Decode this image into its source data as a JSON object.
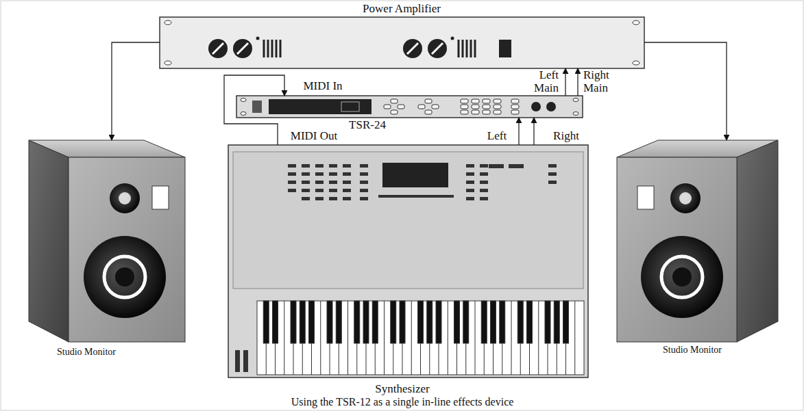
{
  "diagram": {
    "caption": "Using the TSR-12 as a single in-line effects device",
    "nodes": [
      {
        "text": [
          "Power Amplifier"
        ]
      },
      {
        "text": [
          "Studio Monitor"
        ]
      },
      {
        "text": [
          "TSR-24"
        ]
      },
      {
        "text": [
          "Synthesizer"
        ]
      },
      {
        "text": [
          "Studio Monitor"
        ]
      }
    ],
    "edges": [
      {
        "from": 0,
        "to": 1,
        "arrow": "to"
      },
      {
        "from": 0,
        "to": 4,
        "arrow": "to"
      },
      {
        "from": 3,
        "to": 2,
        "arrow": "to"
      },
      {
        "from": 3,
        "to": 2,
        "arrow": "to"
      },
      {
        "from": 3,
        "to": 2,
        "arrow": "to"
      },
      {
        "from": 2,
        "to": 0,
        "arrow": "to"
      },
      {
        "from": 2,
        "to": 0,
        "arrow": "to"
      }
    ],
    "labels": [
      "MIDI In",
      "Left",
      "Right",
      "Main",
      "Main",
      "MIDI Out",
      "Left",
      "Right"
    ]
  }
}
